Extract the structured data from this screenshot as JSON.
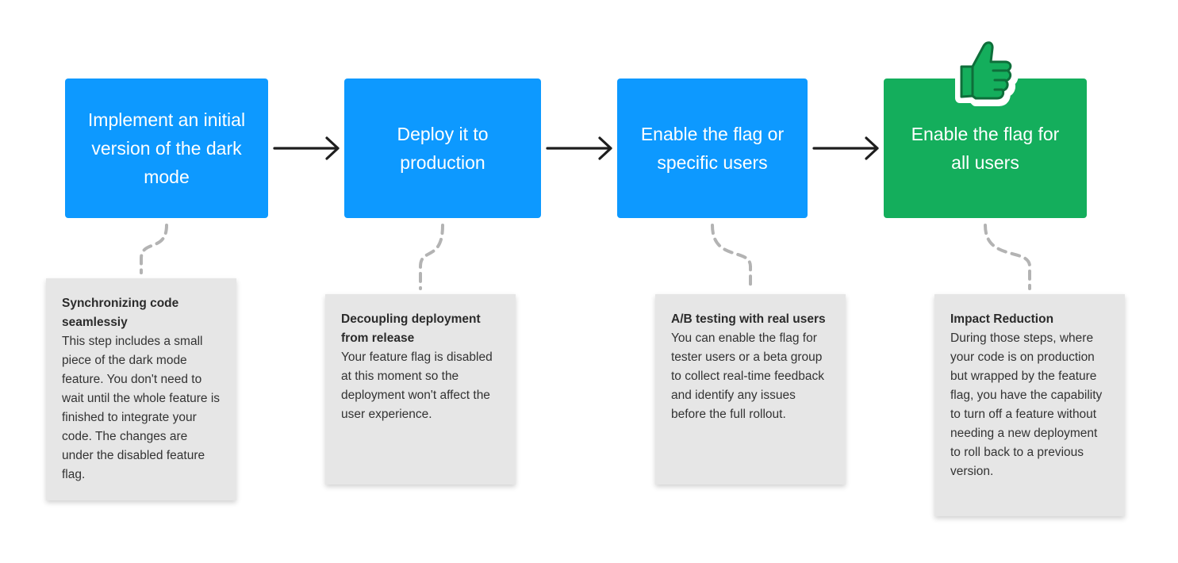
{
  "steps": [
    {
      "label": "Implement an initial version of the dark mode",
      "color": "#0d99ff"
    },
    {
      "label": "Deploy it to production",
      "color": "#0d99ff"
    },
    {
      "label": "Enable the flag or specific users",
      "color": "#0d99ff"
    },
    {
      "label": "Enable the flag for all users",
      "color": "#14ae5c"
    }
  ],
  "notes": [
    {
      "title": "Synchronizing code seamlessiy",
      "body": "This step includes a small piece of the dark mode feature. You don't need to wait until the whole feature is finished to integrate your code. The changes are under the disabled feature flag."
    },
    {
      "title": "Decoupling deployment from release",
      "body": "Your feature flag is disabled at this moment so the deployment won't affect the user experience."
    },
    {
      "title": "A/B testing with real users",
      "body": "You can enable the flag for tester users or a beta group to collect real-time feedback and identify any issues before the full rollout."
    },
    {
      "title": "Impact Reduction",
      "body": "During those steps, where your code is on production but wrapped by the feature flag, you have the capability to turn off a feature without needing a new deployment to roll back to a previous version."
    }
  ],
  "icons": {
    "success_sticker": "thumbs-up-icon",
    "flow_arrow": "arrow-right-icon"
  }
}
